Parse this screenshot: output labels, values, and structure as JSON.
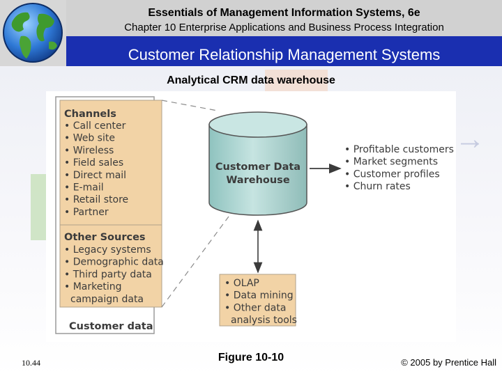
{
  "header": {
    "book_title": "Essentials of Management Information Systems, 6e",
    "chapter": "Chapter 10 Enterprise Applications and Business Process Integration",
    "slide_title": "Customer Relationship Management Systems"
  },
  "subtitle": "Analytical CRM data warehouse",
  "figure": {
    "channels": {
      "heading": "Channels",
      "items": [
        "• Call center",
        "• Web site",
        "• Wireless",
        "• Field sales",
        "• Direct mail",
        "• E-mail",
        "• Retail store",
        "• Partner"
      ]
    },
    "other_sources": {
      "heading": "Other Sources",
      "items": [
        "• Legacy systems",
        "• Demographic data",
        "• Third party data",
        "• Marketing",
        "campaign data"
      ]
    },
    "customer_data_label": "Customer data",
    "warehouse": {
      "line1": "Customer Data",
      "line2": "Warehouse"
    },
    "outputs": [
      "• Profitable customers",
      "• Market segments",
      "• Customer profiles",
      "• Churn rates"
    ],
    "tools": [
      "• OLAP",
      "• Data mining",
      "• Other data",
      "analysis tools"
    ],
    "colors": {
      "panel_fill": "#f2d3a6",
      "cylinder_fill": "#b2d7d3",
      "text": "#3b3b3b"
    }
  },
  "footer": {
    "page_number": "10.44",
    "figure_label": "Figure 10-10",
    "copyright": "© 2005 by Prentice Hall"
  }
}
